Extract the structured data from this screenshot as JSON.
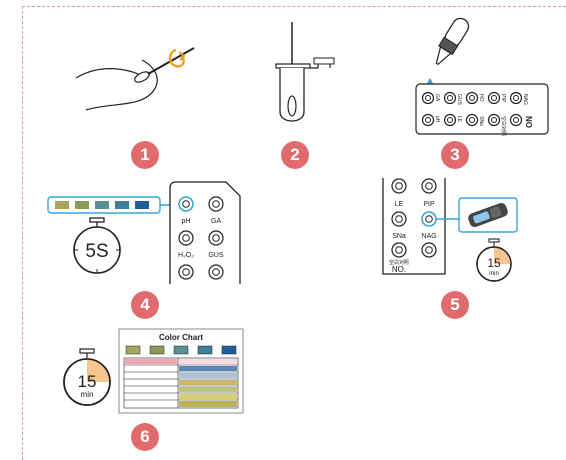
{
  "steps": [
    {
      "number": "1"
    },
    {
      "number": "2"
    },
    {
      "number": "3"
    },
    {
      "number": "4"
    },
    {
      "number": "5"
    },
    {
      "number": "6"
    }
  ],
  "strip_card_labels": {
    "row1_right": [
      "GA",
      "GUS",
      "HO",
      "PIP",
      "NAG"
    ],
    "row2_right": [
      "pH",
      "LE",
      "SNa",
      "空白对照",
      "NO"
    ]
  },
  "step4": {
    "timer": "5S",
    "card_labels": [
      "pH",
      "GA",
      "H₂O₂",
      "GUS"
    ],
    "swatch_colors": [
      "#a8a35e",
      "#8a9a5a",
      "#5a8f96",
      "#3f7e9a",
      "#1f5f99"
    ]
  },
  "step5": {
    "card_labels": [
      "LE",
      "PIP",
      "SNa",
      "NAG",
      "空白对照",
      "NO."
    ],
    "timer_value": "15",
    "timer_unit": "min"
  },
  "step6": {
    "timer_value": "15",
    "timer_unit": "min",
    "chart_title": "Color Chart",
    "chart_top_colors": [
      "#a8a35e",
      "#8a9a5a",
      "#5a8f96",
      "#3f7e9a",
      "#1f5f99"
    ]
  },
  "colors": {
    "step_badge": "#e06b6d",
    "border_dash": "#e596a6",
    "accent_blue": "#3aa6d8",
    "timer_fill": "#f6c58f"
  }
}
